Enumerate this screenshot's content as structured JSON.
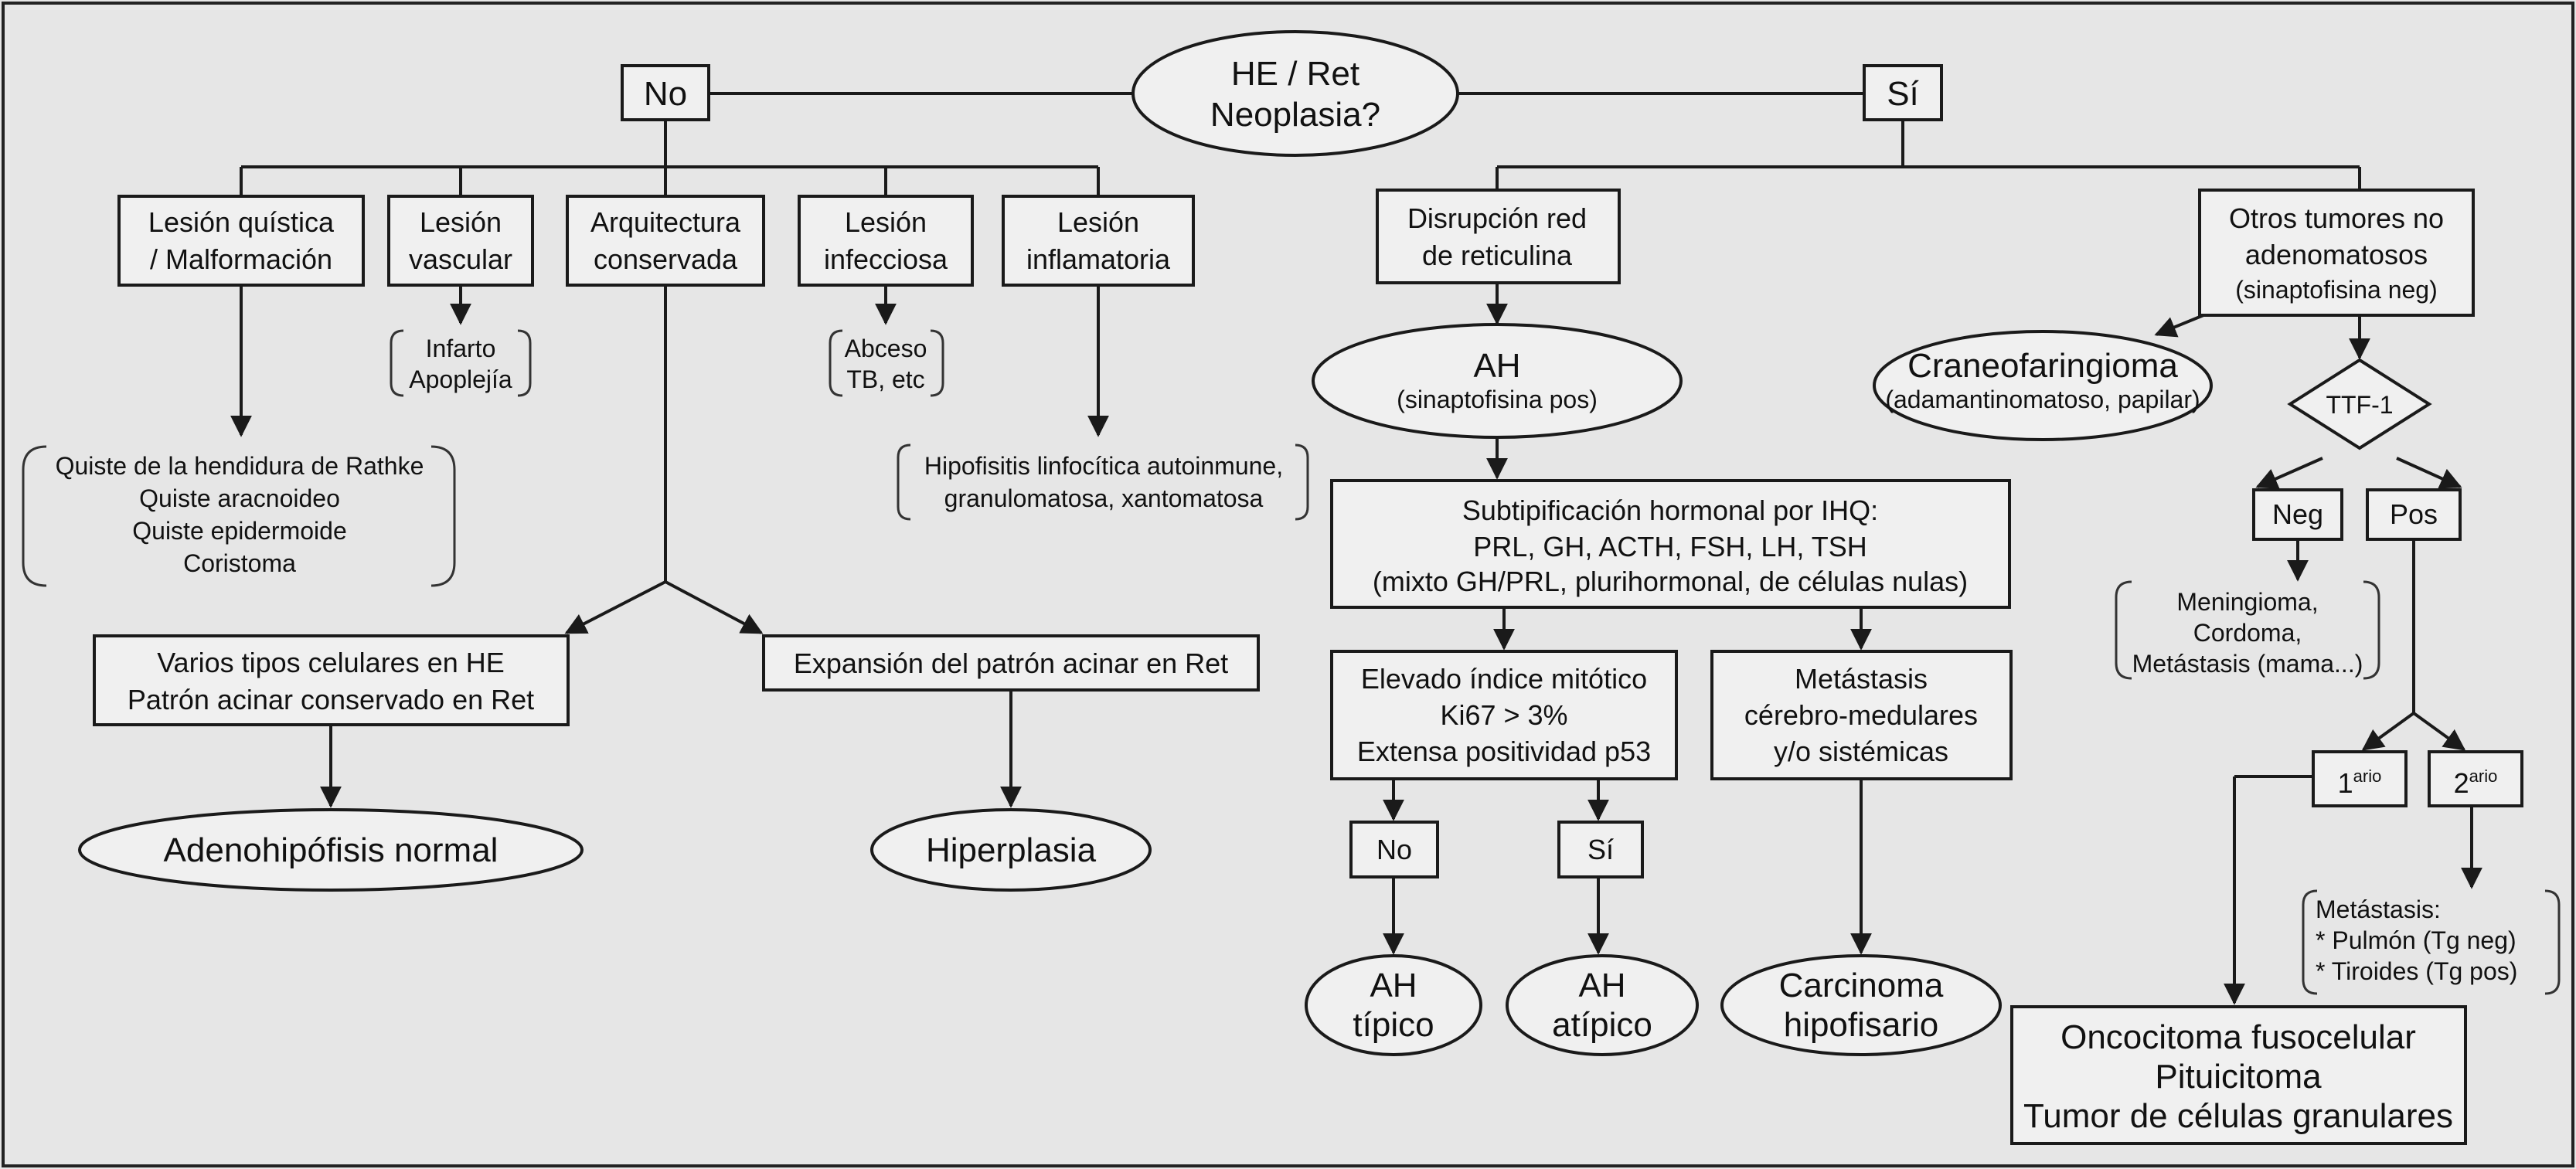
{
  "root": {
    "line1": "HE / Ret",
    "line2": "Neoplasia?"
  },
  "no_branch": {
    "label": "No",
    "categories": [
      {
        "lines": [
          "Lesión quística",
          "/ Malformación"
        ]
      },
      {
        "lines": [
          "Lesión",
          "vascular"
        ]
      },
      {
        "lines": [
          "Arquitectura",
          "conservada"
        ]
      },
      {
        "lines": [
          "Lesión",
          "infecciosa"
        ]
      },
      {
        "lines": [
          "Lesión",
          "inflamatoria"
        ]
      }
    ],
    "cystic_list": [
      "Quiste de la hendidura de Rathke",
      "Quiste aracnoideo",
      "Quiste epidermoide",
      "Coristoma"
    ],
    "vascular_list": [
      "Infarto",
      "Apoplejía"
    ],
    "infectious_list": [
      "Abceso",
      "TB, etc"
    ],
    "inflammatory_list": [
      "Hipofisitis linfocítica autoinmune,",
      "granulomatosa, xantomatosa"
    ],
    "mixed_cells": [
      "Varios tipos celulares en HE",
      "Patrón acinar conservado en Ret"
    ],
    "acinar_expansion": "Expansión del patrón acinar en Ret",
    "normal": "Adenohipófisis normal",
    "hyperplasia": "Hiperplasia"
  },
  "yes_branch": {
    "label": "Sí",
    "reticulin": [
      "Disrupción red",
      "de reticulina"
    ],
    "ah": {
      "title": "AH",
      "sub": "(sinaptofisina pos)"
    },
    "subtyping": [
      "Subtipificación hormonal por IHQ:",
      "PRL, GH, ACTH, FSH, LH, TSH",
      "(mixto GH/PRL, plurihormonal, de células nulas)"
    ],
    "mitotic": [
      "Elevado índice mitótico",
      "Ki67 > 3%",
      "Extensa positividad p53"
    ],
    "no_label": "No",
    "si_label": "Sí",
    "ah_typical": [
      "AH",
      "típico"
    ],
    "ah_atypical": [
      "AH",
      "atípico"
    ],
    "metastasis_box": [
      "Metástasis",
      "cérebro-medulares",
      "y/o sistémicas"
    ],
    "carcinoma": [
      "Carcinoma",
      "hipofisario"
    ],
    "other_tumors": [
      "Otros tumores no",
      "adenomatosos",
      "(sinaptofisina neg)"
    ],
    "cranio": {
      "title": "Craneofaringioma",
      "sub": "(adamantinomatoso, papilar)"
    },
    "ttf": "TTF-1",
    "neg": "Neg",
    "pos": "Pos",
    "neg_list": [
      "Meningioma,",
      "Cordoma,",
      "Metástasis (mama...)"
    ],
    "primary": {
      "num": "1",
      "sup": "ario"
    },
    "secondary": {
      "num": "2",
      "sup": "ario"
    },
    "met_list": [
      "Metástasis:",
      "* Pulmón (Tg neg)",
      "* Tiroides (Tg pos)"
    ],
    "final": [
      "Oncocitoma fusocelular",
      "Pituicitoma",
      "Tumor de células granulares"
    ]
  }
}
